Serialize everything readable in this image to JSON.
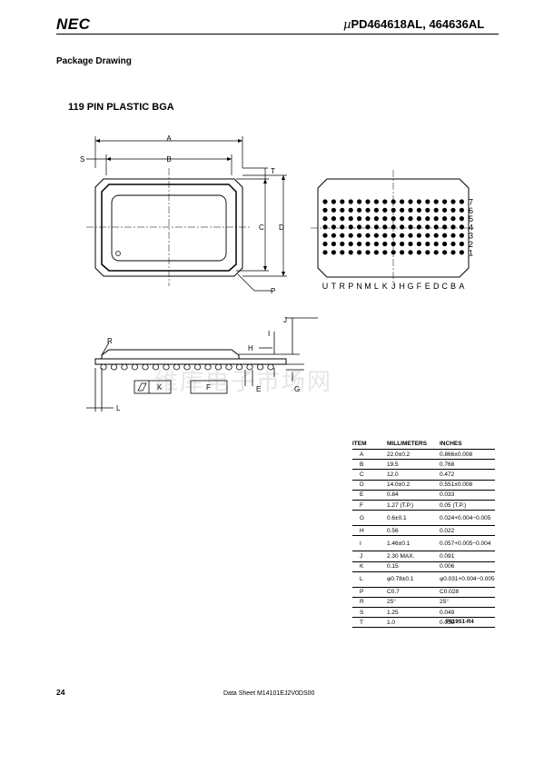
{
  "header": {
    "logo": "NEC",
    "mu": "µ",
    "part": "PD464618AL, 464636AL"
  },
  "section_title": "Package Drawing",
  "package_title": "119 PIN PLASTIC BGA",
  "top_view": {
    "labels": {
      "A": "A",
      "B": "B",
      "C": "C",
      "D": "D",
      "S": "S",
      "T": "T",
      "P": "P"
    }
  },
  "bottom_view": {
    "rows": [
      "7",
      "6",
      "5",
      "4",
      "3",
      "2",
      "1"
    ],
    "columns": [
      "U",
      "T",
      "R",
      "P",
      "N",
      "M",
      "L",
      "K",
      "J",
      "H",
      "G",
      "F",
      "E",
      "D",
      "C",
      "B",
      "A"
    ]
  },
  "side_view": {
    "labels": {
      "R": "R",
      "J": "J",
      "I": "I",
      "H": "H",
      "E": "E",
      "G": "G",
      "L": "L",
      "K": "K",
      "F": "F"
    }
  },
  "table": {
    "headers": [
      "ITEM",
      "MILLIMETERS",
      "INCHES"
    ],
    "rows": [
      [
        "A",
        "22.0±0.2",
        "0.866±0.008"
      ],
      [
        "B",
        "19.5",
        "0.768"
      ],
      [
        "C",
        "12.0",
        "0.472"
      ],
      [
        "D",
        "14.0±0.2",
        "0.551±0.008"
      ],
      [
        "E",
        "0.84",
        "0.033"
      ],
      [
        "F",
        "1.27 (T.P.)",
        "0.05 (T.P.)"
      ],
      [
        "G",
        "0.6±0.1",
        "0.024+0.004−0.005"
      ],
      [
        "H",
        "0.56",
        "0.022"
      ],
      [
        "I",
        "1.46±0.1",
        "0.057+0.005−0.004"
      ],
      [
        "J",
        "2.30 MAX.",
        "0.091"
      ],
      [
        "K",
        "0.15",
        "0.006"
      ],
      [
        "L",
        "φ0.78±0.1",
        "φ0.031+0.004−0.005"
      ],
      [
        "P",
        "C0.7",
        "C0.028"
      ],
      [
        "R",
        "25°",
        "25°"
      ],
      [
        "S",
        "1.25",
        "0.049"
      ],
      [
        "T",
        "1.0",
        "0.039"
      ]
    ]
  },
  "drawing_ref": "P119S1-R4",
  "page_number": "24",
  "footer": "Data Sheet  M14101EJ2V0DS00",
  "watermark": "维库电子市场网"
}
